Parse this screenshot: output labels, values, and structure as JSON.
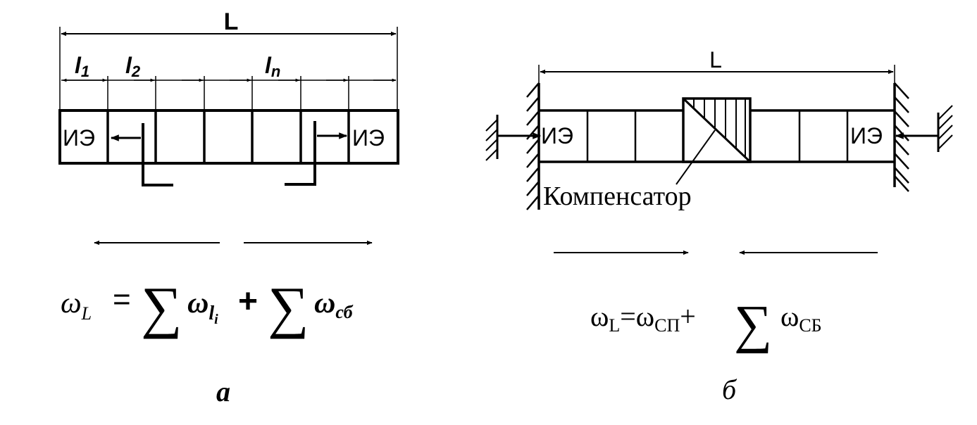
{
  "left_panel": {
    "total_length": "L",
    "segments": {
      "first": "l",
      "first_sub": "1",
      "second": "l",
      "second_sub": "2",
      "nth": "l",
      "nth_sub": "n"
    },
    "end_left": "ИЭ",
    "end_right": "ИЭ",
    "formula": {
      "lhs": "ω",
      "lhs_sub": "L",
      "eq": "=",
      "sum1": "∑",
      "term1": "ω",
      "term1_sub": "l",
      "term1_subsub": "i",
      "plus": "+",
      "sum2": "∑",
      "term2": "ω",
      "term2_sub": "сб"
    },
    "caption": "а"
  },
  "right_panel": {
    "total_length": "L",
    "end_left": "ИЭ",
    "end_right": "ИЭ",
    "compensator_label": "Компенсатор",
    "formula": {
      "lhs": "ω",
      "lhs_sub": "L",
      "eq": "=",
      "term1": "ω",
      "term1_sub": "СП",
      "plus": "+",
      "sum": "∑",
      "term2": "ω",
      "term2_sub": "СБ"
    },
    "caption": "б"
  },
  "colors": {
    "ink": "#000000",
    "background": "#ffffff"
  }
}
